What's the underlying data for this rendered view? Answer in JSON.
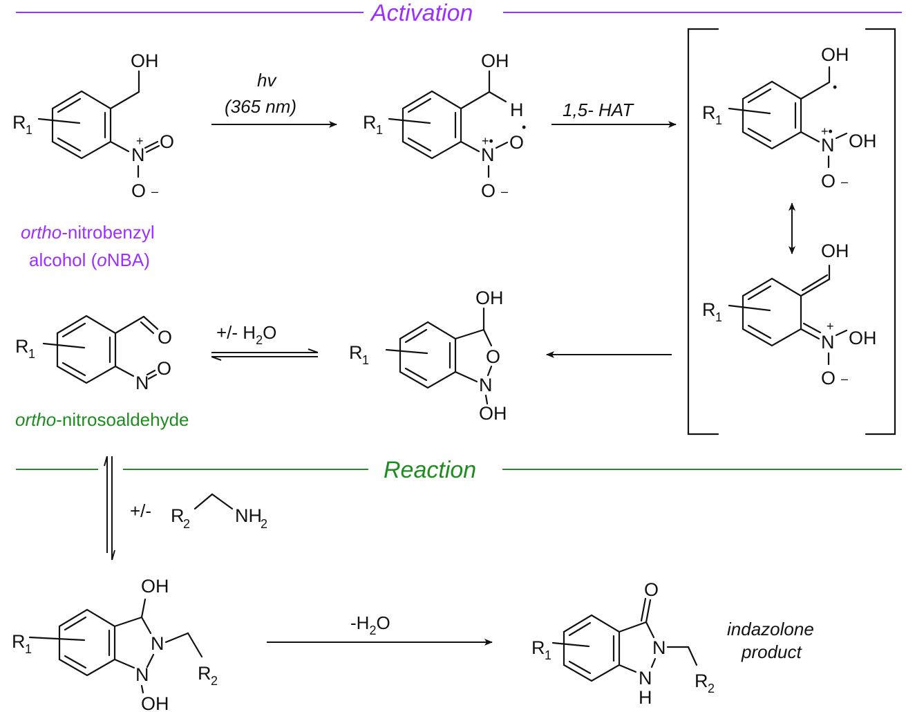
{
  "colors": {
    "activation": "#9B30FF",
    "reaction": "#1E8C1E",
    "ink": "#111111"
  },
  "sections": {
    "activation": "Activation",
    "reaction": "Reaction"
  },
  "atoms": {
    "R": "R",
    "one": "1",
    "two": "2",
    "OH": "OH",
    "O": "O",
    "N": "N",
    "H": "H",
    "NH": "NH",
    "plus": "+",
    "minus": "–",
    "radical": "•",
    "plus_radical": "+•"
  },
  "conditions": {
    "hv": "hv",
    "wavelength": "(365 nm)",
    "hat": "1,5- HAT",
    "water_eq_prefix": "+/- H",
    "water_eq_sub": "2",
    "water_eq_suffix": "O",
    "amine_prefix": "+/-",
    "dehydration_prefix": "-H",
    "dehydration_sub": "2",
    "dehydration_suffix": "O"
  },
  "labels": {
    "onba_line1_italic": "ortho",
    "onba_line1_rest": "-nitrobenzyl",
    "onba_line2_a": "alcohol (",
    "onba_line2_italic": "o",
    "onba_line2_b": "NBA)",
    "nitroso_italic": "ortho",
    "nitroso_rest": "-nitrosoaldehyde",
    "product_line1": "indazolone",
    "product_line2": "product"
  }
}
